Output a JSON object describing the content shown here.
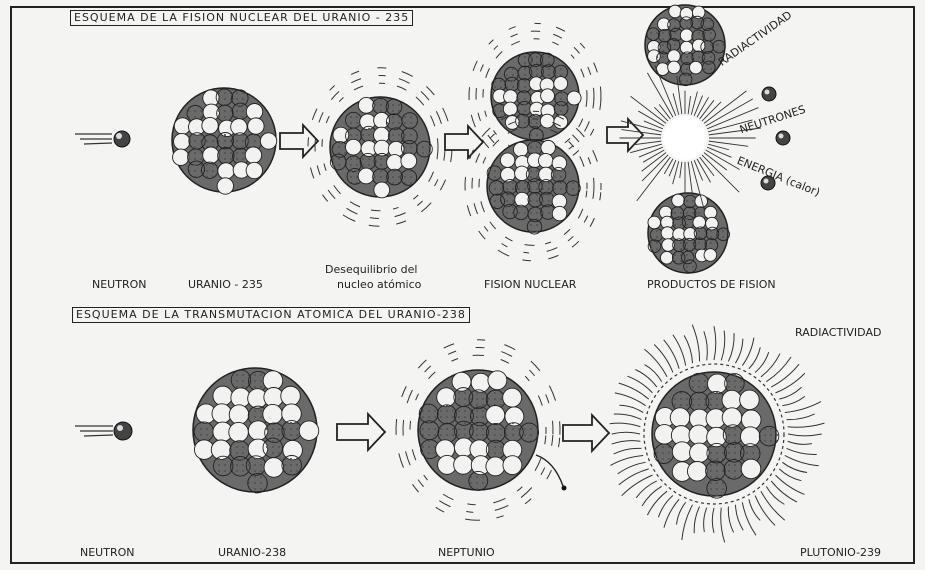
{
  "section1": {
    "title": "ESQUEMA DE LA FISION NUCLEAR DEL URANIO - 235",
    "labels": {
      "neutron": "NEUTRON",
      "uranio": "URANIO - 235",
      "desequilibrio_1": "Desequilibrio del",
      "desequilibrio_2": "nucleo atómico",
      "fision": "FISION NUCLEAR",
      "productos": "PRODUCTOS DE FISION"
    },
    "rays": {
      "radiactividad": "RADIACTIVIDAD",
      "neutrones": "NEUTRONES",
      "energia": "ENERGIA (calor)"
    }
  },
  "section2": {
    "title": "ESQUEMA DE LA TRANSMUTACION ATOMICA DEL URANIO-238",
    "labels": {
      "neutron": "NEUTRON",
      "uranio": "URANIO-238",
      "neptunio": "NEPTUNIO",
      "plutonio": "PLUTONIO-239",
      "radiactividad": "RADIACTIVIDAD"
    }
  }
}
